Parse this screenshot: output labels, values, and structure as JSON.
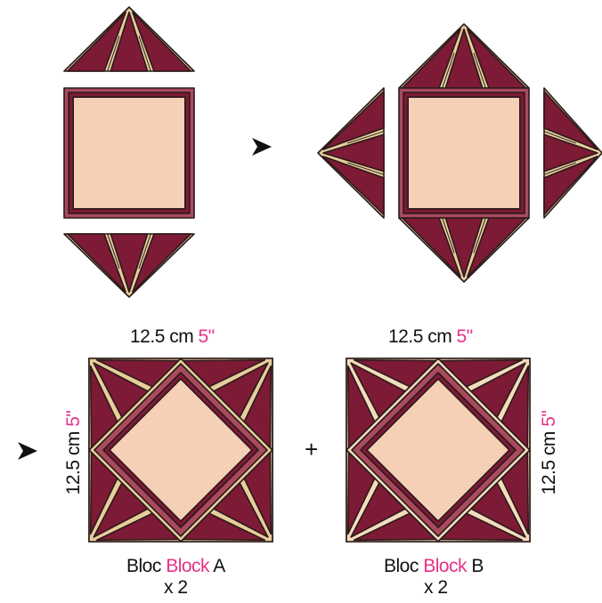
{
  "colors": {
    "dark": "#7d1a35",
    "light": "#e8cd9c",
    "paler": "#f3dcbc",
    "center": "#f5d0b6",
    "frame": "#a94a5e",
    "accent": "#e8308a"
  },
  "measure": {
    "cm": "12.5 cm",
    "inch": "5\""
  },
  "blocks": [
    {
      "name": "Bloc",
      "name_en": "Block",
      "letter": "A",
      "count": "x 2"
    },
    {
      "name": "Bloc",
      "name_en": "Block",
      "letter": "B",
      "count": "x 2"
    }
  ],
  "plus": "+"
}
